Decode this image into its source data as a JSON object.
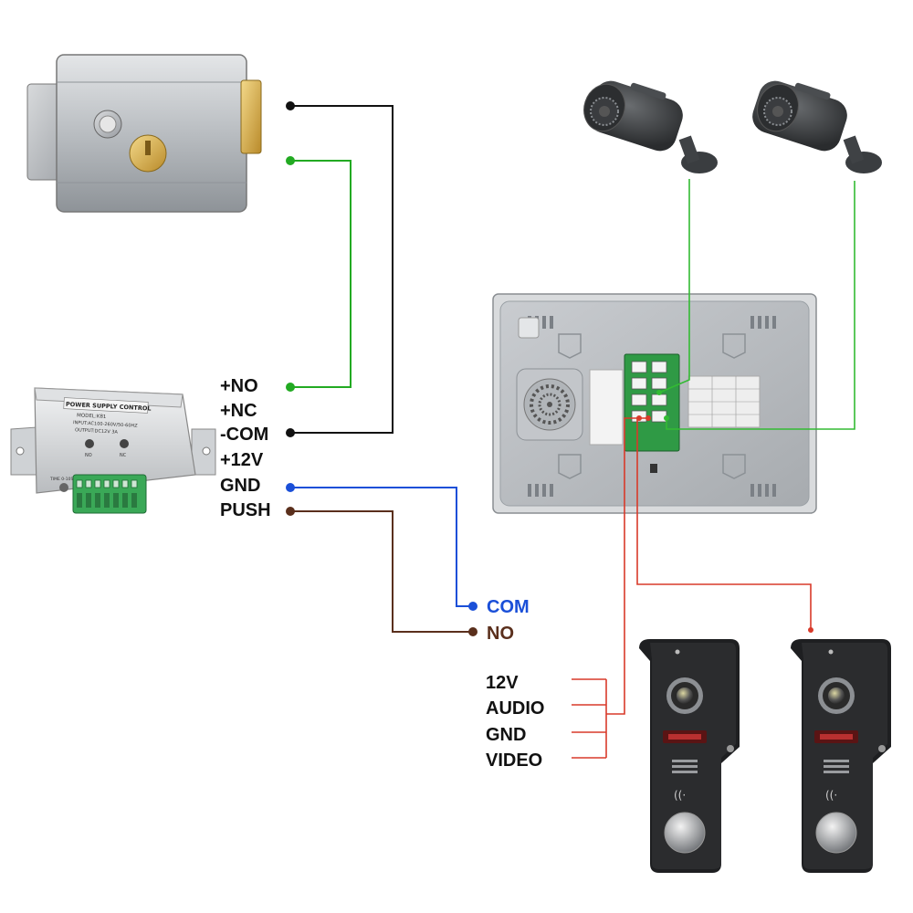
{
  "power_supply": {
    "header": "POWER SUPPLY CONTROL",
    "model": "MODEL:K81",
    "input": "INPUT:AC100-260V/50-60HZ",
    "output": "OUTPUT:DC12V 3A",
    "button_no": "NO",
    "button_nc": "NC",
    "time_label": "TIME\n0-10S"
  },
  "terminals": {
    "no": "+NO",
    "nc": "+NC",
    "com": "-COM",
    "v12": "+12V",
    "gnd": "GND",
    "push": "PUSH"
  },
  "monitor_switch": {
    "com": "COM",
    "no": "NO"
  },
  "doorbell_wires": {
    "v12": "12V",
    "audio": "AUDIO",
    "gnd": "GND",
    "video": "VIDEO"
  },
  "colors": {
    "lock_wire_black": "#111111",
    "lock_wire_green": "#22aa22",
    "camera_wire": "#33bb33",
    "button_wire_blue": "#1a4fd8",
    "button_wire_brown": "#5a2f1c",
    "doorbell_wire_red": "#d83a2a"
  }
}
